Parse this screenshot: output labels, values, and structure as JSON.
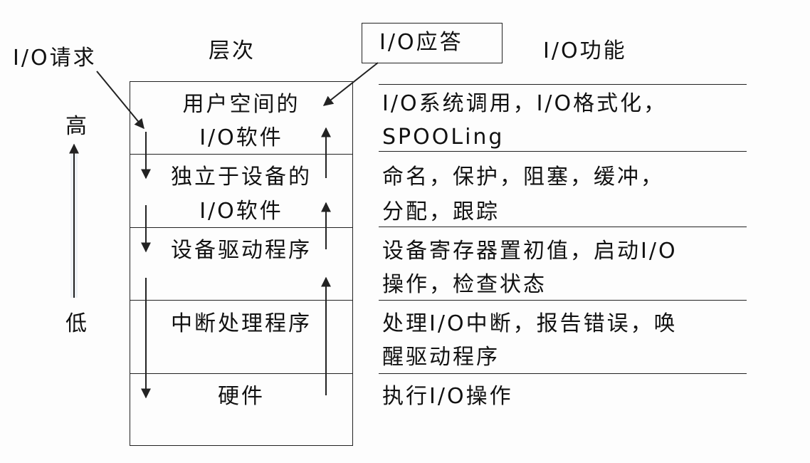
{
  "header": {
    "request_label": "I/O请求",
    "layer_title": "层次",
    "response_label": "I/O应答",
    "function_title": "I/O功能"
  },
  "axis": {
    "high_label": "高",
    "low_label": "低"
  },
  "layers": [
    {
      "line1": "用户空间的",
      "line2": "I/O软件"
    },
    {
      "line1": "独立于设备的",
      "line2": "I/O软件"
    },
    {
      "line1": "设备驱动程序",
      "line2": ""
    },
    {
      "line1": "中断处理程序",
      "line2": ""
    },
    {
      "line1": "硬件",
      "line2": ""
    }
  ],
  "functions": [
    {
      "line1": "I/O系统调用，I/O格式化，",
      "line2": "SPOOLing"
    },
    {
      "line1": "命名，保护，阻塞，缓冲，",
      "line2": "分配，跟踪"
    },
    {
      "line1": "设备寄存器置初值，启动I/O",
      "line2": "操作，检查状态"
    },
    {
      "line1": "处理I/O中断，报告错误，唤",
      "line2": "醒驱动程序"
    },
    {
      "line1": "执行I/O操作",
      "line2": ""
    }
  ],
  "colors": {
    "line": "#222222",
    "text": "#111111",
    "axis_arrow_light": "#eef2f7"
  }
}
